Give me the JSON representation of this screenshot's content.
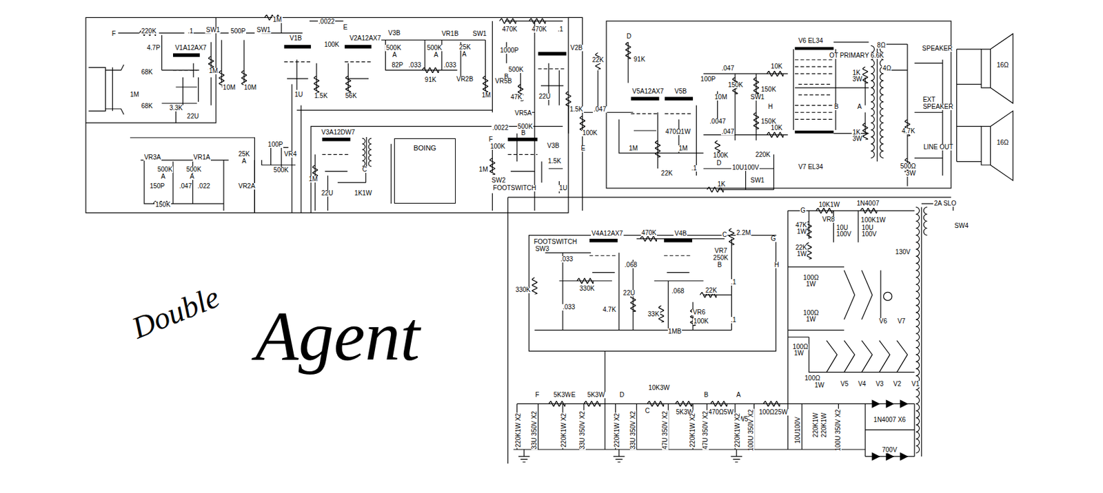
{
  "diagram": {
    "nodes": [
      {
        "text": [
          "BOING"
        ]
      }
    ],
    "labels": [
      "F",
      "220K",
      ".1",
      "SW1",
      "500P",
      "SW1",
      "1M",
      ".0022",
      "E",
      "V1B",
      "V2A12AX7",
      "4.7P",
      "V1A12AX7",
      "100K",
      "V3B",
      "500K",
      "A",
      "500K",
      "A",
      "VR1B",
      "SW1",
      "25K",
      "A",
      "VR2B",
      "82P",
      ".033",
      ".033",
      "91K",
      "68K",
      "1M",
      "10M",
      "10M",
      "1M",
      "68K",
      "3.3K",
      "22U",
      "1U",
      "1.5K",
      "56K",
      "1M",
      "470K",
      "470K",
      ".1",
      "1000P",
      "V2B",
      "500K",
      "B",
      "VR5B",
      "47K",
      "22U",
      "1.5K",
      "VR5A",
      "500K",
      "B",
      ".0022",
      "F",
      "100K",
      "V3B",
      "1.5K",
      "1U",
      "SW2",
      "FOOTSWITCH",
      "1M",
      "V3A12DW7",
      "C",
      "1M",
      "22U",
      "1K1W",
      "100P",
      "VR4",
      "500K",
      "VR3A",
      "VR1A",
      "25K",
      "A",
      "500K",
      "A",
      "500K",
      "A",
      "VR2A",
      "150P",
      ".047",
      ".022",
      "150K",
      "22K",
      "D",
      "91K",
      ".047",
      "10K",
      "V6 EL34",
      "OT PRIMARY 6.6K",
      "8Ω",
      "4Ω",
      "SPEAKER",
      "1K",
      "3W",
      "150K",
      "150K",
      "100P",
      "10M",
      "SW1",
      "H",
      "EXT",
      "SPEAKER",
      ".047",
      "V5A12AX7",
      "V5B",
      "B",
      "A",
      "150K",
      ".0047",
      "470Ω1W",
      "100K",
      ".047",
      "10K",
      "1K",
      "3W",
      "4.7K",
      "E",
      "1M",
      "1M",
      "LINE OUT",
      "100K",
      "220K",
      "D",
      ".1",
      "10U100V",
      "500Ω",
      "3W",
      "V7 EL34",
      "22K",
      "SW1",
      "1K",
      "16Ω",
      "16Ω",
      "FOOTSWITCH",
      "SW3",
      "V4A12AX7",
      "470K",
      "V4B",
      "C",
      "2.2M",
      "G",
      "VR7",
      "250K",
      "B",
      ".033",
      ".068",
      "H",
      ".1",
      "330K",
      "330K",
      "22U",
      ".068",
      "22K",
      ".033",
      "4.7K",
      "33K",
      "VR6",
      "100K",
      ".1",
      "1MB",
      "G",
      "10K1W",
      "1N4007",
      "2A SLO",
      "100K1W",
      "VR8",
      "47K",
      "1W",
      "SW4",
      "10U",
      "100V",
      "10U",
      "100V",
      "22K",
      "1W",
      "130V",
      "100Ω",
      "1W",
      "100Ω",
      "1W",
      "V6",
      "V7",
      "100Ω",
      "1W",
      "100Ω",
      "1W",
      "V5",
      "V4",
      "V3",
      "V2",
      "V1",
      "1N4007 X6",
      "700V",
      "F",
      "5K3W",
      "E",
      "5K3W",
      "D",
      "10K3W",
      "B",
      "C",
      "5K3W",
      "470Ω5W",
      "A",
      "SW5",
      "100Ω25W",
      "220K1W X2",
      "33U 350V X2",
      "220K1W X2",
      "33U 350V X2",
      "220K1W X2",
      "33U 350V X2",
      "47U 350V X2",
      "220K1W X2",
      "47U 350V X2",
      "220K1W X2",
      "100U 350V X2",
      "10U100V",
      "220K1W",
      "220K1W",
      "100U 350V X2",
      "Double",
      "Agent"
    ]
  }
}
